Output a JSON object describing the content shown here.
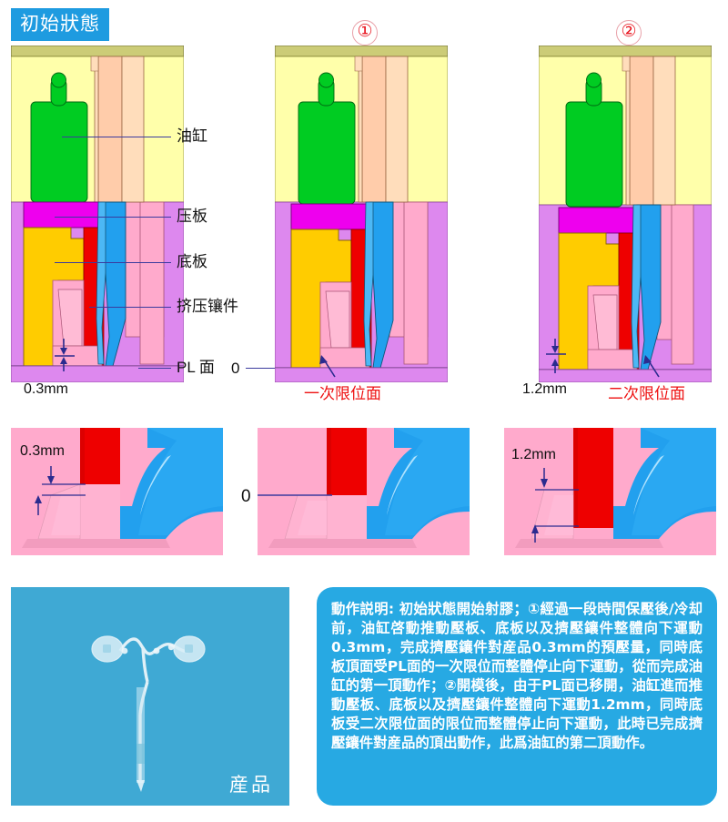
{
  "title": {
    "badge": "初始狀態"
  },
  "steps": [
    {
      "id": "step-1",
      "label": "①"
    },
    {
      "id": "step-2",
      "label": "②"
    }
  ],
  "component_labels": [
    {
      "name": "cylinder",
      "label": "油缸"
    },
    {
      "name": "pressure-plate",
      "label": "压板"
    },
    {
      "name": "base-plate",
      "label": "底板"
    },
    {
      "name": "squeeze-insert",
      "label": "挤压镶件"
    },
    {
      "name": "pl-surface",
      "label": "PL 面"
    }
  ],
  "datum": {
    "zero": "0"
  },
  "dimensions": {
    "stage0": "0.3mm",
    "stage2": "1.2mm",
    "detail_left": "0.3mm",
    "detail_mid": "0",
    "detail_right": "1.2mm"
  },
  "limit_surfaces": {
    "first": "一次限位面",
    "second": "二次限位面"
  },
  "product": {
    "caption": "産品"
  },
  "description": {
    "text": "動作説明: 初始狀態開始射膠；①經過一段時間保壓後/冷却前，油缸啓動推動壓板、底板以及擠壓鑲件整體向下運動0.3mm，完成擠壓鑲件對産品0.3mm的預壓量，同時底板頂面受PL面的一次限位而整體停止向下運動，從而完成油缸的第一頂動作；②開模後，由于PL面已移開，油缸進而推動壓板、底板以及擠壓鑲件整體向下運動1.2mm，同時底板受二次限位面的限位而整體停止向下運動，此時已完成擠壓鑲件對産品的頂出動作，此爲油缸的第二頂動作。"
  },
  "colors": {
    "badge_blue": "#1e9be0",
    "desc_blue": "#27a9e3",
    "photo_blue": "#3fa9d4",
    "step_red": "#e8141e",
    "cylinder_green": "#00cc22",
    "pressure_plate_magenta": "#ee00ee",
    "base_plate_gold": "#ffcc00",
    "insert_red": "#ee0000",
    "runner_blue": "#22a0ee",
    "cavity_pink": "#ffaacc",
    "mold_violet": "#dd88ee",
    "mold_yellow": "#ffffaa",
    "top_khaki": "#cccc77",
    "core_tan": "#ffccaa",
    "leader_navy": "#3b3b9e"
  }
}
